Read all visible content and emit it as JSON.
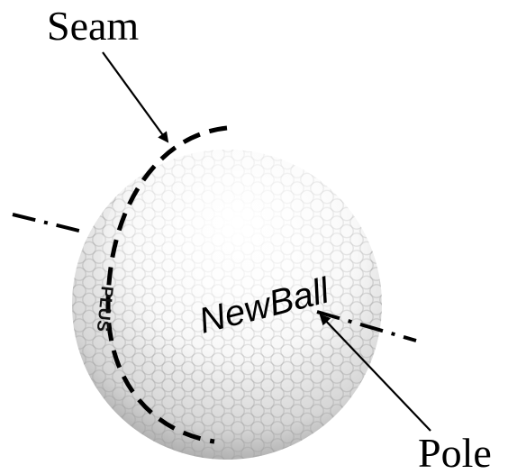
{
  "labels": {
    "seam": "Seam",
    "pole": "Pole"
  },
  "ball_text": {
    "brand": "NewBall",
    "side": "PLUS"
  },
  "colors": {
    "background": "#ffffff",
    "ball_light": "#ffffff",
    "ball_mid": "#dcdcdc",
    "ball_dark": "#8a8a8a",
    "lines": "#000000"
  },
  "icons": {
    "ball": "golf-ball",
    "seam_line": "dashed-arc",
    "axis_line": "dash-dot-line"
  }
}
